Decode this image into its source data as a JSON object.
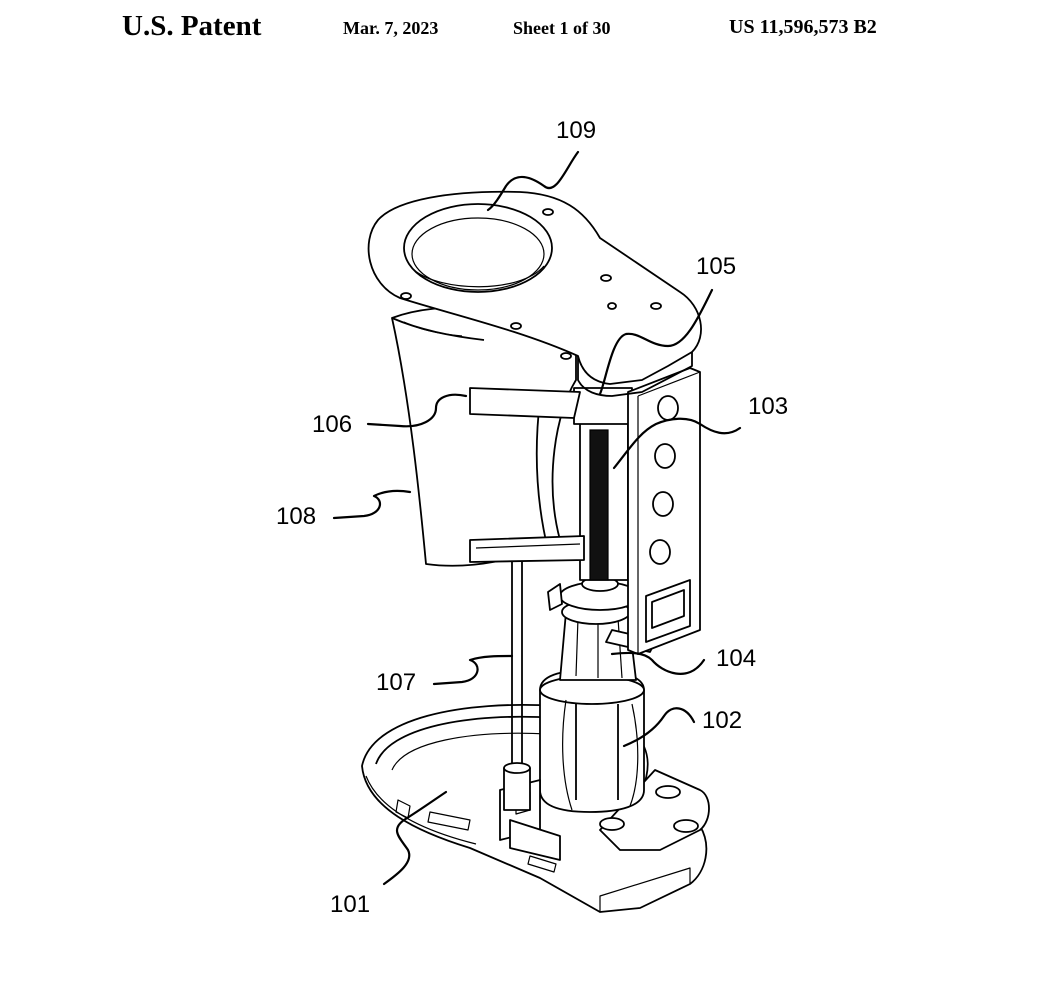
{
  "header": {
    "left": "U.S. Patent",
    "date": "Mar. 7, 2023",
    "sheet": "Sheet 1 of 30",
    "number": "US 11,596,573 B2"
  },
  "figure": {
    "labels": {
      "r101": "101",
      "r102": "102",
      "r103": "103",
      "r104": "104",
      "r105": "105",
      "r106": "106",
      "r107": "107",
      "r108": "108",
      "r109": "109"
    }
  }
}
